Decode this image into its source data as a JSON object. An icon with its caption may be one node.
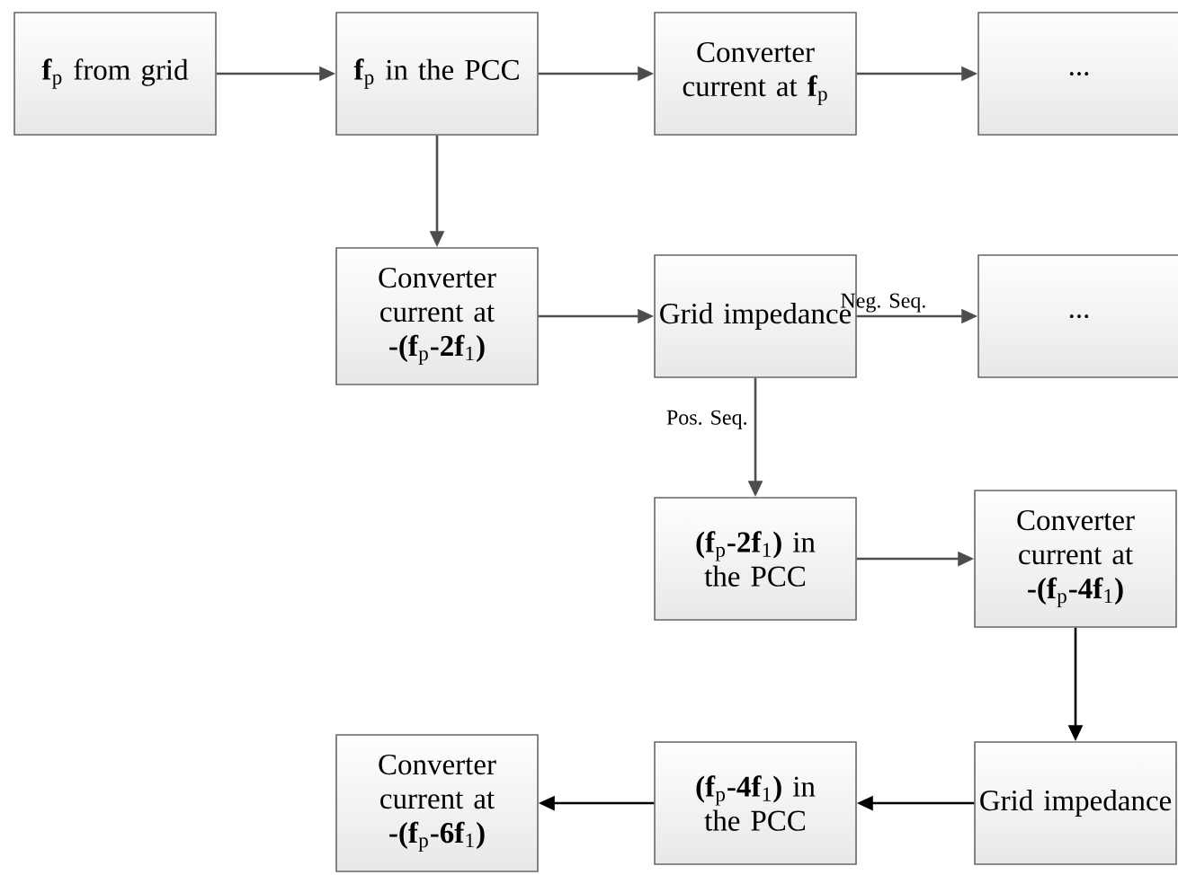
{
  "diagram": {
    "nodes": [
      {
        "text": [
          "**f**$_{p}$ from grid"
        ]
      },
      {
        "text": [
          "**f**$_{p}$ in the PCC"
        ]
      },
      {
        "text": [
          "Converter current at **f**$_{p}$"
        ]
      },
      {
        "text": [
          "..."
        ]
      },
      {
        "text": [
          "Converter current at **-(f**$_{p}$**-2f**$_{1}$**)**"
        ]
      },
      {
        "text": [
          "Grid impedance"
        ]
      },
      {
        "text": [
          "..."
        ]
      },
      {
        "text": [
          "**(f**$_{p}$**-2f**$_{1}$**)** in the PCC"
        ]
      },
      {
        "text": [
          "Converter current at **-(f**$_{p}$**-4f**$_{1}$**)**"
        ]
      },
      {
        "text": [
          "Grid impedance"
        ]
      },
      {
        "text": [
          "**(f**$_{p}$**-4f**$_{1}$**)** in the PCC"
        ]
      },
      {
        "text": [
          "Converter current at **-(f**$_{p}$**-6f**$_{1}$**)**"
        ]
      }
    ],
    "edges": [
      {
        "from": 0,
        "to": 1,
        "arrow": "to"
      },
      {
        "from": 1,
        "to": 2,
        "arrow": "to"
      },
      {
        "from": 2,
        "to": 3,
        "arrow": "to"
      },
      {
        "from": 1,
        "to": 4,
        "arrow": "to"
      },
      {
        "from": 4,
        "to": 5,
        "arrow": "to"
      },
      {
        "from": 5,
        "to": 6,
        "arrow": "to",
        "label": "Neg. Seq."
      },
      {
        "from": 5,
        "to": 7,
        "arrow": "to",
        "label": "Pos. Seq."
      },
      {
        "from": 7,
        "to": 8,
        "arrow": "to"
      },
      {
        "from": 8,
        "to": 9,
        "arrow": "to",
        "color": "#000000"
      },
      {
        "from": 9,
        "to": 10,
        "arrow": "to",
        "color": "#000000"
      },
      {
        "from": 10,
        "to": 11,
        "arrow": "to",
        "color": "#000000"
      }
    ]
  }
}
